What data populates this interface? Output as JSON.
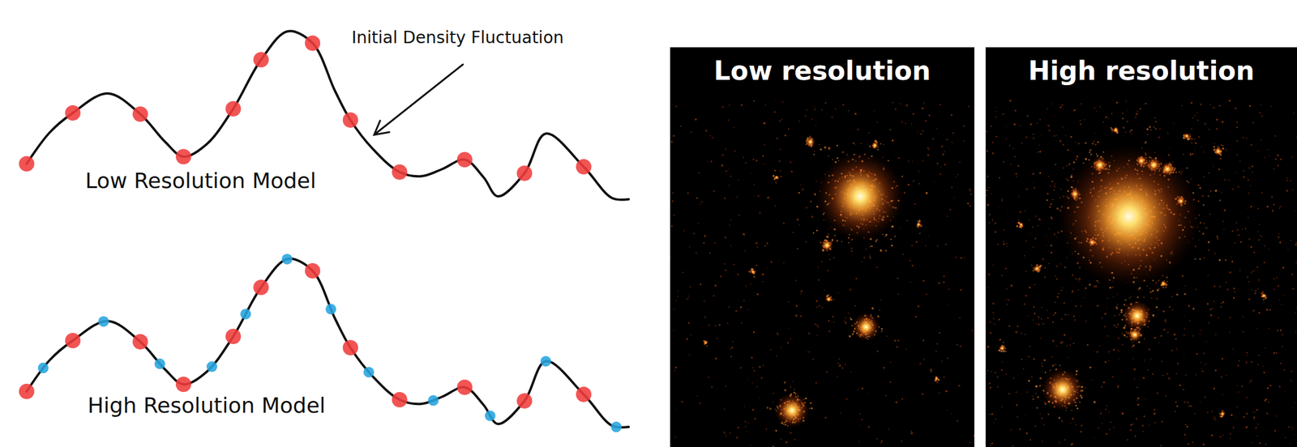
{
  "diagram": {
    "nodes": [
      {
        "text": [
          "Low resolution"
        ]
      },
      {
        "text": [
          "High resolution"
        ]
      }
    ],
    "labels": [
      "Initial Density Fluctuation",
      "Low Resolution Model",
      "High Resolution Model"
    ]
  }
}
